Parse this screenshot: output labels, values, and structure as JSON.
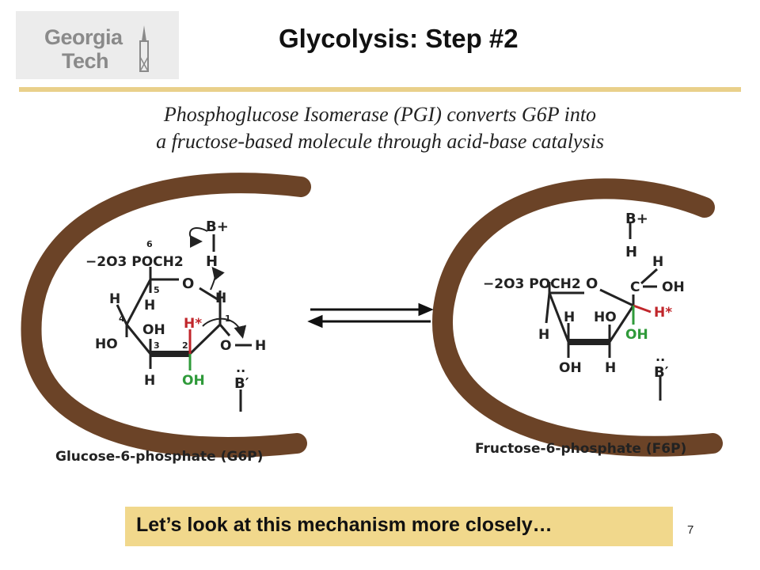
{
  "logo": {
    "line1": "Georgia",
    "line2": "Tech"
  },
  "slide": {
    "title": "Glycolysis: Step #2",
    "subtitle_line1": "Phosphoglucose Isomerase (PGI) converts G6P into",
    "subtitle_line2": "a fructose-based molecule through acid-base catalysis",
    "page_number": "7"
  },
  "left_molecule": {
    "caption": "Glucose-6-phosphate (G6P)",
    "phosphate_group": "−2O3 POCH2",
    "acid": "B+",
    "base": "B′",
    "ring_oxygen": "O",
    "atom_H": "H",
    "hydroxyl": "OH",
    "ho": "HO",
    "h_star": "H*",
    "c1_substituent_o": "O",
    "carbon_numbers": [
      "6",
      "5",
      "4",
      "3",
      "2",
      "1"
    ]
  },
  "right_molecule": {
    "caption": "Fructose-6-phosphate (F6P)",
    "phosphate_group": "−2O3 POCH2",
    "acid": "B+",
    "base": "B′",
    "ring_oxygen": "O",
    "carbon": "C",
    "atom_H": "H",
    "hydroxyl": "OH",
    "ho": "HO",
    "h_star": "H*"
  },
  "banner": {
    "text": "Let’s look at this mechanism more closely…"
  },
  "colors": {
    "enzyme_brown": "#6b4327",
    "accent_red": "#c0262b",
    "accent_green": "#2f9a3a",
    "rule_gold": "#e9d08a",
    "banner_gold": "#f1d88c"
  }
}
